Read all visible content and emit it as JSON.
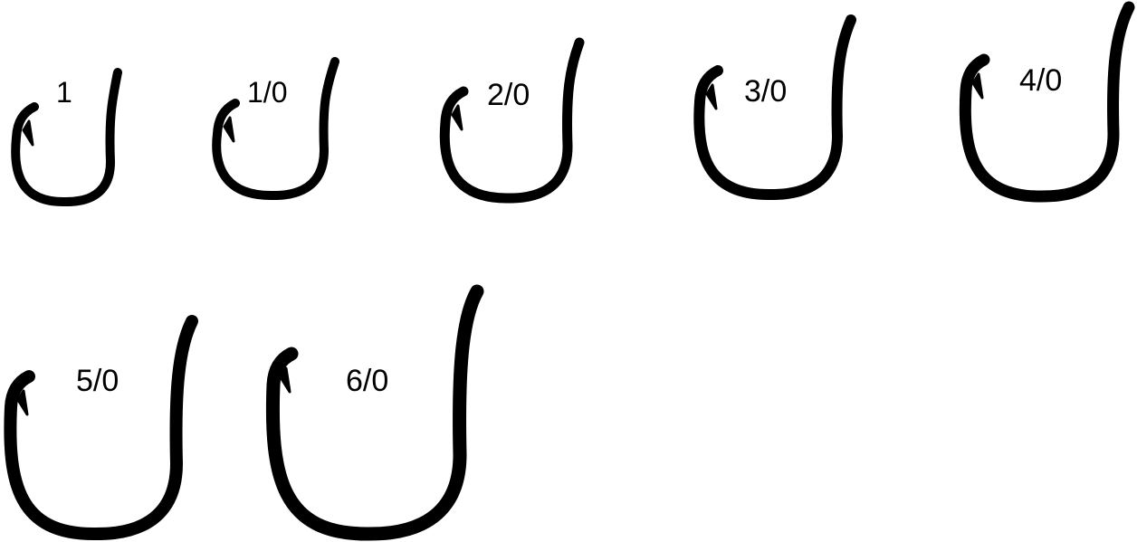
{
  "ink_color": "#000000",
  "background_color": "#ffffff",
  "hooks": [
    {
      "label": "1"
    },
    {
      "label": "1/0"
    },
    {
      "label": "2/0"
    },
    {
      "label": "3/0"
    },
    {
      "label": "4/0"
    },
    {
      "label": "5/0"
    },
    {
      "label": "6/0"
    }
  ]
}
